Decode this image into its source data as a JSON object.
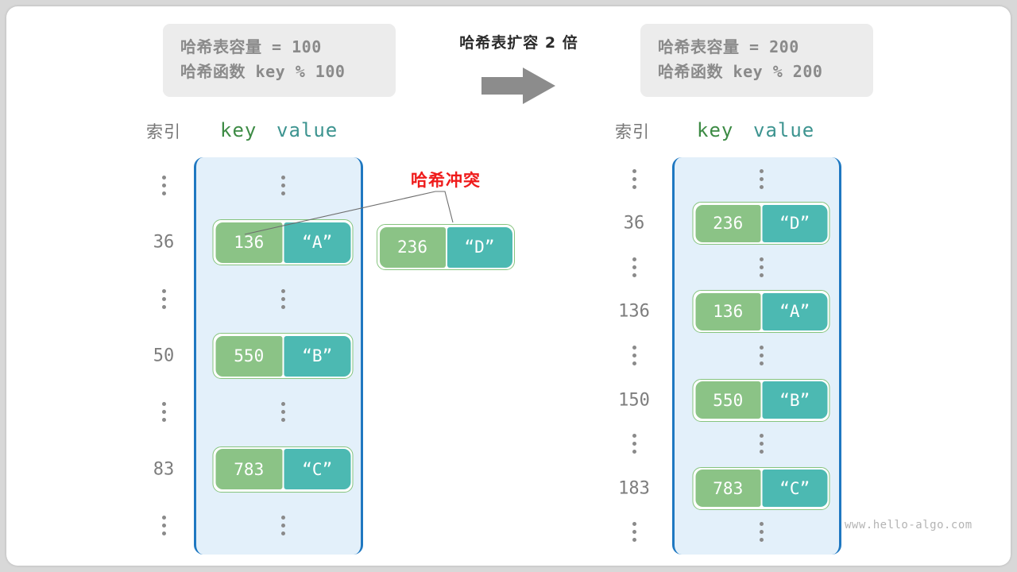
{
  "caption": "哈希表扩容 2 倍",
  "arrow_icon": "right-arrow-icon",
  "watermark": "www.hello-algo.com",
  "collision_label": "哈希冲突",
  "accent_colors": {
    "container_border": "#1f78c1",
    "container_fill": "#e3f0fa",
    "key_cell": "#8bc386",
    "value_cell": "#4cb9b2",
    "pair_border": "#86c47e",
    "collision_text": "#ef1b1b",
    "info_box": "#ececec",
    "info_text": "#8a8a8a",
    "index_text": "#7d7d7d",
    "key_header": "#3d8b45",
    "value_header": "#3d9490"
  },
  "left": {
    "info": {
      "capacity_line": "哈希表容量 = 100",
      "hash_line": "哈希函数 key % 100"
    },
    "headers": {
      "index": "索引",
      "key": "key",
      "value": "value"
    },
    "rows": [
      {
        "type": "dots",
        "index": "⋮"
      },
      {
        "type": "entry",
        "index": "36",
        "key": "136",
        "value": "“A”"
      },
      {
        "type": "dots",
        "index": "⋮"
      },
      {
        "type": "entry",
        "index": "50",
        "key": "550",
        "value": "“B”"
      },
      {
        "type": "dots",
        "index": "⋮"
      },
      {
        "type": "entry",
        "index": "83",
        "key": "783",
        "value": "“C”"
      },
      {
        "type": "dots",
        "index": "⋮"
      }
    ],
    "detached_entry": {
      "key": "236",
      "value": "“D”"
    }
  },
  "right": {
    "info": {
      "capacity_line": "哈希表容量 = 200",
      "hash_line": "哈希函数 key % 200"
    },
    "headers": {
      "index": "索引",
      "key": "key",
      "value": "value"
    },
    "rows": [
      {
        "type": "dots",
        "index": "⋮"
      },
      {
        "type": "entry",
        "index": "36",
        "key": "236",
        "value": "“D”"
      },
      {
        "type": "dots",
        "index": "⋮"
      },
      {
        "type": "entry",
        "index": "136",
        "key": "136",
        "value": "“A”"
      },
      {
        "type": "dots",
        "index": "⋮"
      },
      {
        "type": "entry",
        "index": "150",
        "key": "550",
        "value": "“B”"
      },
      {
        "type": "dots",
        "index": "⋮"
      },
      {
        "type": "entry",
        "index": "183",
        "key": "783",
        "value": "“C”"
      },
      {
        "type": "dots",
        "index": "⋮"
      }
    ]
  }
}
